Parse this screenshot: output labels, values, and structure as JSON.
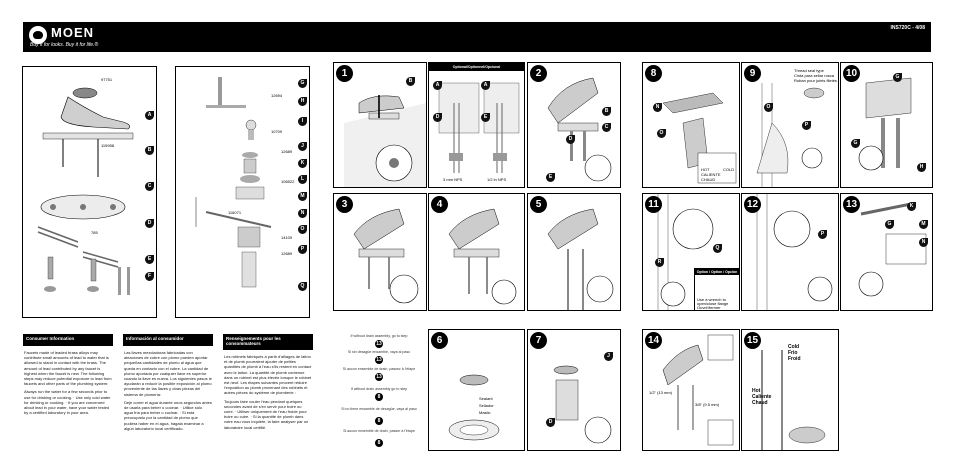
{
  "header": {
    "brand": "MOEN",
    "tagline": "Buy it for looks. Buy it for life.®",
    "doc_number": "INS720C - 4/08"
  },
  "parts_panel_1": {
    "labels": [
      "97751",
      "115958",
      "785"
    ],
    "badges": [
      "A",
      "B",
      "C",
      "D",
      "E",
      "F"
    ]
  },
  "parts_panel_2": {
    "labels": [
      "12694",
      "10709",
      "12689",
      "106522",
      "116071",
      "14109",
      "12689"
    ],
    "badges": [
      "G",
      "H",
      "I",
      "J",
      "K",
      "L",
      "M",
      "N",
      "O",
      "P",
      "Q"
    ]
  },
  "steps": [
    "1",
    "2",
    "3",
    "4",
    "5",
    "6",
    "7",
    "8",
    "9",
    "10",
    "11",
    "12",
    "13",
    "14",
    "15"
  ],
  "optional_header": "Optional/Optionnel/Opcional",
  "option_header": "Option / Option / Opción",
  "step1_sizes": [
    "3 mm NPS",
    "1/2 in NPS"
  ],
  "thread_note": [
    "Thread seal type",
    "Cinta para sellar rosca",
    "Ruban pour joints filetés"
  ],
  "option_note": [
    "Use a wrench to",
    "open/close flange",
    "Ouvrir/fermer"
  ],
  "step8_labels": [
    "HOT",
    "CALIENTE",
    "CHAUD",
    "COLD"
  ],
  "consumer": {
    "en": {
      "title": "Consumer Information",
      "paragraphs": [
        "Faucets made of leaded brass alloys may contribute small amounts of lead to water that is allowed to stand in contact with the brass. The amount of lead contributed by any faucet is highest when the faucet is new. The following steps may reduce potential exposure to lead from faucets and other parts of the plumbing system:",
        "Always run the water for a few seconds prior to use for drinking or cooking. · Use only cold water for drinking or cooking. · If you are concerned about lead in your water, have your water tested by a certified laboratory in your area."
      ]
    },
    "es": {
      "title": "Información al consumidor",
      "paragraphs": [
        "Las llaves mezcladoras fabricadas con aleaciones de cobre con plomo pueden aportar pequeñas cantidades de plomo al agua que queda en contacto con el cobre. La cantidad de plomo aportada por cualquier llave es superior cuando la llave es nueva. Los siguientes pasos le ayudarán a reducir la posible exposición al plomo proveniente de las llaves y otras piezas del sistema de plomería:",
        "Deje correr el agua durante unos segundos antes de usarla para beber o cocinar. · Utilice sólo agua fría para beber o cocinar. · Si está preocupado por la cantidad de plomo que pudiera haber en el agua, hágala examinar a algún laboratorio local certificado."
      ]
    },
    "fr": {
      "title": "Renseignements pour les consommateurs",
      "paragraphs": [
        "Les robinets fabriqués à partir d'alliages de laiton et de plomb pourraient ajouter de petites quantités de plomb à l'eau s'ils restent en contact avec le laiton. La quantité de plomb contenue dans un robinet est plus élevée lorsque le robinet est neuf. Les étapes suivantes peuvent réduire l'exposition au plomb provenant des robinets et autres pièces du système de plomberie :",
        "Toujours faire couler l'eau pendant quelques secondes avant de s'en servir pour boire ou cuire. · Utiliser uniquement de l'eau froide pour boire ou cuire. · Si la quantité de plomb dans votre eau vous inquiète, la faire analyser par un laboratoire local certifié."
      ]
    }
  },
  "step6_notes": [
    {
      "text": "If without drain assembly, go to step",
      "num": "13"
    },
    {
      "text": "Si sin desagüe ensamble, vaya al paso",
      "num": "13"
    },
    {
      "text": "Si aucun ensemble de drain, passez à l'étape",
      "num": "13"
    },
    {
      "text": "If without drain assembly go to step",
      "num": "8"
    },
    {
      "text": "Si no tiene ensamble de desagüe, vaya al paso",
      "num": "8"
    },
    {
      "text": "Si aucun ensemble de drain, passer à l'étape",
      "num": "8"
    }
  ],
  "sealant_labels": [
    "Sealant",
    "Sellador",
    "Mastic"
  ],
  "step14_sizes": [
    "1/2\" (13 mm)",
    "3/8\" (9.5 mm)"
  ],
  "step15_temps": {
    "cold": [
      "Cold",
      "Frio",
      "Froid"
    ],
    "hot": [
      "Hot",
      "Caliente",
      "Chaud"
    ]
  }
}
